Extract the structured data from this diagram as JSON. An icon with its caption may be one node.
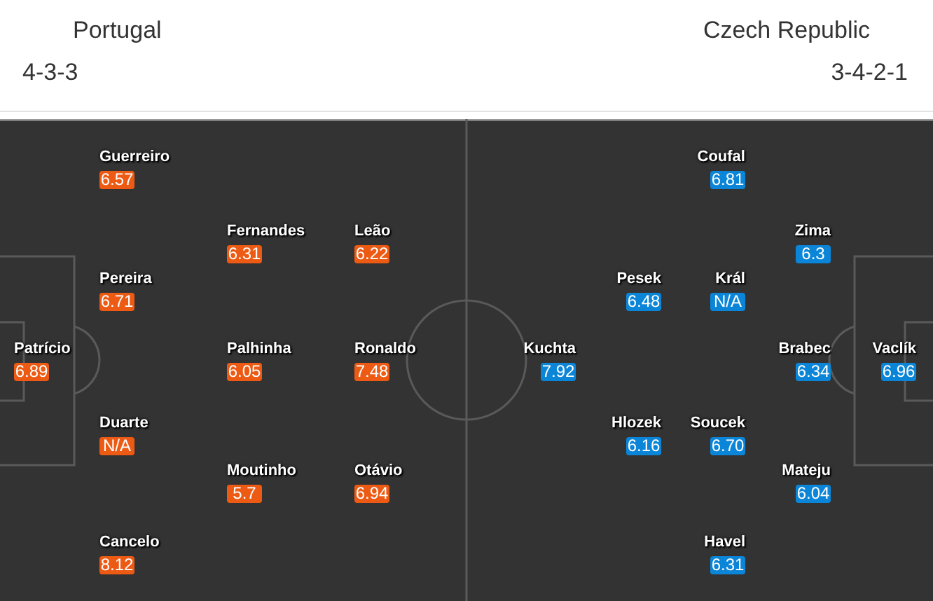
{
  "diagram": {
    "nodes": [
      {
        "text": [
          "Guerreiro",
          "6.57"
        ]
      },
      {
        "text": [
          "Fernandes",
          "6.31"
        ]
      },
      {
        "text": [
          "Leão",
          "6.22"
        ]
      },
      {
        "text": [
          "Pereira",
          "6.71"
        ]
      },
      {
        "text": [
          "Patrício",
          "6.89"
        ]
      },
      {
        "text": [
          "Palhinha",
          "6.05"
        ]
      },
      {
        "text": [
          "Ronaldo",
          "7.48"
        ]
      },
      {
        "text": [
          "Duarte",
          "N/A"
        ]
      },
      {
        "text": [
          "Moutinho",
          "5.7"
        ]
      },
      {
        "text": [
          "Otávio",
          "6.94"
        ]
      },
      {
        "text": [
          "Cancelo",
          "8.12"
        ]
      },
      {
        "text": [
          "Coufal",
          "6.81"
        ]
      },
      {
        "text": [
          "Zima",
          "6.3"
        ]
      },
      {
        "text": [
          "Pesek",
          "6.48"
        ]
      },
      {
        "text": [
          "Král",
          "N/A"
        ]
      },
      {
        "text": [
          "Kuchta",
          "7.92"
        ]
      },
      {
        "text": [
          "Brabec",
          "6.34"
        ]
      },
      {
        "text": [
          "Vaclík",
          "6.96"
        ]
      },
      {
        "text": [
          "Hlozek",
          "6.16"
        ]
      },
      {
        "text": [
          "Soucek",
          "6.70"
        ]
      },
      {
        "text": [
          "Mateju",
          "6.04"
        ]
      },
      {
        "text": [
          "Havel",
          "6.31"
        ]
      }
    ],
    "edges": [],
    "labels": [
      "Portugal",
      "4-3-3",
      "Czech Republic",
      "3-4-2-1"
    ]
  }
}
